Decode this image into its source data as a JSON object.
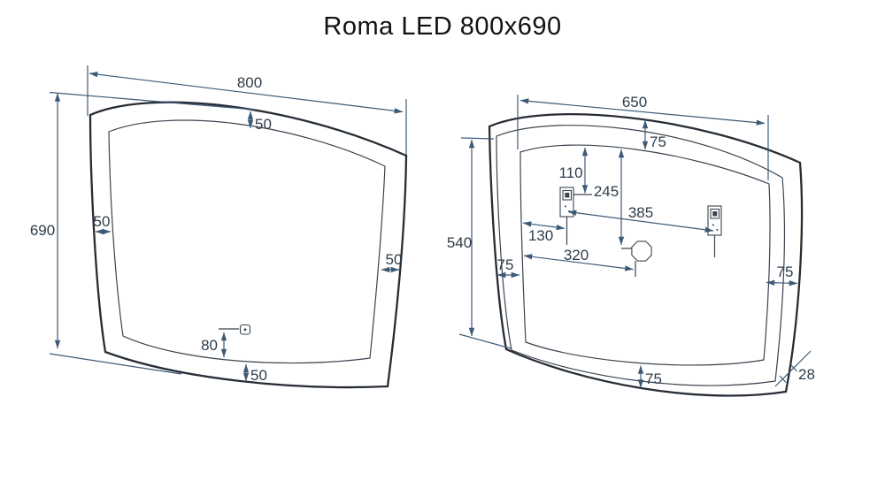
{
  "title": "Roma LED 800x690",
  "colors": {
    "background": "#ffffff",
    "outline": "#262d35",
    "dimension": "#3d5a76",
    "label_text": "#2e3c49"
  },
  "front_view": {
    "overall_width": "800",
    "overall_height": "690",
    "led_border_top": "50",
    "led_border_left": "50",
    "led_border_right": "50",
    "led_border_bottom": "50",
    "sensor_offset": "80"
  },
  "back_view": {
    "frame_width": "650",
    "frame_height": "540",
    "inset_top": "75",
    "inset_left": "75",
    "inset_right": "75",
    "inset_bottom": "75",
    "bracket_drop": "110",
    "bracket_inset": "130",
    "bracket_spacing": "385",
    "cable_drop": "245",
    "cable_inset": "320",
    "depth": "28"
  }
}
